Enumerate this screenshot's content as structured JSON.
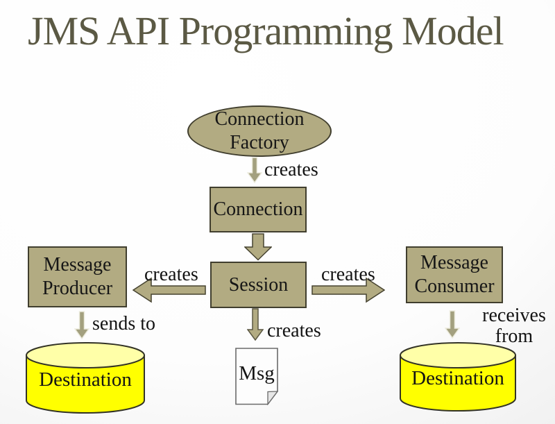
{
  "title": "JMS API Programming Model",
  "nodes": {
    "connection_factory": {
      "line1": "Connection",
      "line2": "Factory"
    },
    "connection": {
      "label": "Connection"
    },
    "session": {
      "label": "Session"
    },
    "message_producer": {
      "line1": "Message",
      "line2": "Producer"
    },
    "message_consumer": {
      "line1": "Message",
      "line2": "Consumer"
    },
    "msg": {
      "label": "Msg"
    },
    "destination_left": {
      "label": "Destination"
    },
    "destination_right": {
      "label": "Destination"
    }
  },
  "edge_labels": {
    "factory_to_connection": "creates",
    "session_to_producer": "creates",
    "session_to_consumer": "creates",
    "session_to_msg": "creates",
    "producer_to_destination": "sends to",
    "consumer_to_destination_line1": "receives",
    "consumer_to_destination_line2": "from"
  },
  "colors": {
    "title_text": "#5b5944",
    "shape_fill": "#b2ab82",
    "shape_border": "#403e2e",
    "small_arrow_fill": "#a3a07f",
    "small_arrow_outline": "#ecebdd",
    "big_arrow_outline": "#45422f",
    "cylinder_body": "#ffff00",
    "cylinder_top": "#ffffa8",
    "cylinder_border": "#333326",
    "document_fill": "#fdfdfd",
    "document_border": "#6a6a6a",
    "label_text": "#121212"
  }
}
